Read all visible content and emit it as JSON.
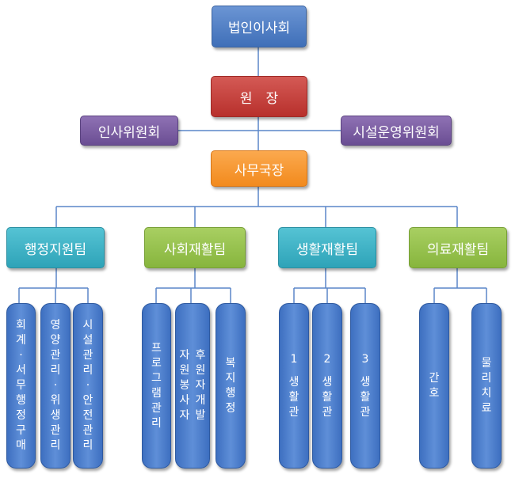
{
  "top": "법인이사회",
  "director": "원　장",
  "committees": {
    "left": "인사위원회",
    "right": "시설운영위원회"
  },
  "secretary": "사무국장",
  "teams": [
    {
      "name": "행정지원팀",
      "units": [
        [
          "회계·서무행정구매"
        ],
        [
          "영양관리·위생관리"
        ],
        [
          "시설관리·안전관리"
        ]
      ]
    },
    {
      "name": "사회재활팀",
      "units": [
        [
          "프로그램관리"
        ],
        [
          "자원봉사자",
          "후원자개발"
        ],
        [
          "복지행정"
        ]
      ]
    },
    {
      "name": "생활재활팀",
      "units": [
        [
          "1",
          "생활관"
        ],
        [
          "2",
          "생활관"
        ],
        [
          "3",
          "생활관"
        ]
      ]
    },
    {
      "name": "의료재활팀",
      "units": [
        [
          "간호"
        ],
        [
          "물리치료"
        ]
      ]
    }
  ]
}
